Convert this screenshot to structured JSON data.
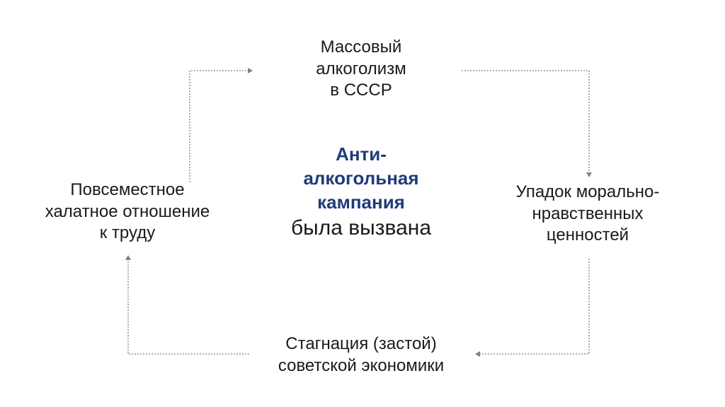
{
  "nodes": {
    "top": [
      "Массовый",
      "алкоголизм",
      "в СССР"
    ],
    "right": [
      "Упадок морально-",
      "нравственных",
      "ценностей"
    ],
    "bottom": [
      "Стагнация (застой)",
      "советской экономики"
    ],
    "left": [
      "Повсеместное",
      "халатное отношение",
      "к труду"
    ]
  },
  "center": {
    "title": [
      "Анти-",
      "алкогольная",
      "кампания"
    ],
    "subtitle": "была вызвана"
  },
  "colors": {
    "title": "#1f3b7a",
    "text": "#1a1a1a",
    "arrow": "#808080"
  }
}
